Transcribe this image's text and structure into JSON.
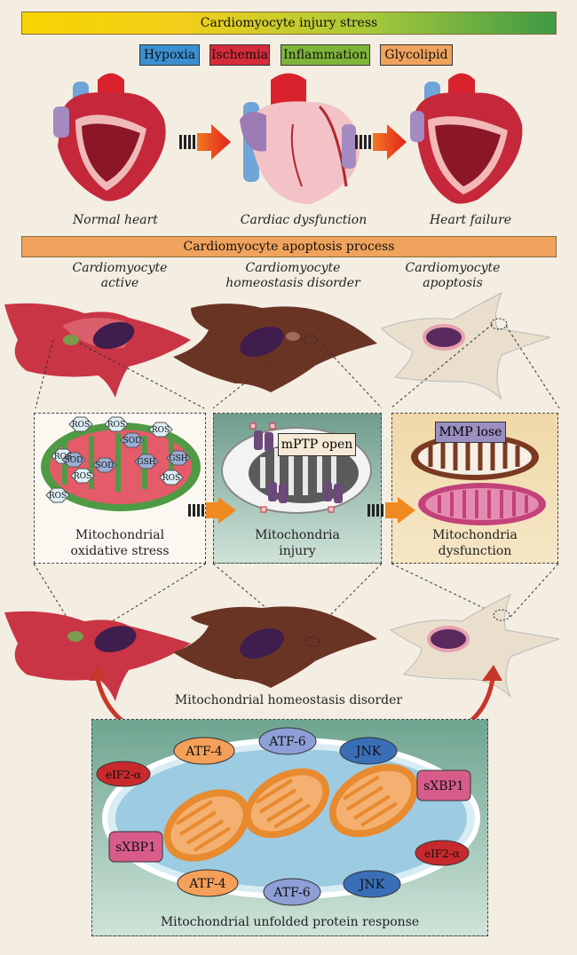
{
  "header": {
    "title": "Cardiomyocyte injury stress"
  },
  "stressors": [
    {
      "label": "Hypoxia",
      "color": "#3b8fd0"
    },
    {
      "label": "Ischemia",
      "color": "#d62b3a"
    },
    {
      "label": "Inflammation",
      "color": "#7fb539"
    },
    {
      "label": "Glycolipid",
      "color": "#f0a35c"
    }
  ],
  "hearts": [
    {
      "caption": "Normal heart"
    },
    {
      "caption": "Cardiac dysfunction"
    },
    {
      "caption": "Heart failure"
    }
  ],
  "apoptosis": {
    "title": "Cardiomyocyte apoptosis process",
    "stages": [
      {
        "line1": "Cardiomyocyte",
        "line2": "active"
      },
      {
        "line1": "Cardiomyocyte",
        "line2": "homeostasis disorder"
      },
      {
        "line1": "Cardiomyocyte",
        "line2": "apoptosis"
      }
    ]
  },
  "mito_panels": {
    "oxidative": {
      "line1": "Mitochondrial",
      "line2": "oxidative stress",
      "ros": "ROS",
      "sod": "SOD",
      "gsh": "GSH"
    },
    "injury": {
      "tag": "mPTP open",
      "line1": "Mitochondria",
      "line2": "injury"
    },
    "dysfunction": {
      "tag": "MMP lose",
      "line1": "Mitochondria",
      "line2": "dysfunction"
    }
  },
  "homeostasis": {
    "label": "Mitochondrial homeostasis disorder"
  },
  "upr": {
    "title": "Mitochondrial unfolded protein response",
    "atf4": "ATF-4",
    "atf6": "ATF-6",
    "jnk": "JNK",
    "sxbp1": "sXBP1",
    "eif2a": "eIF2-α"
  }
}
